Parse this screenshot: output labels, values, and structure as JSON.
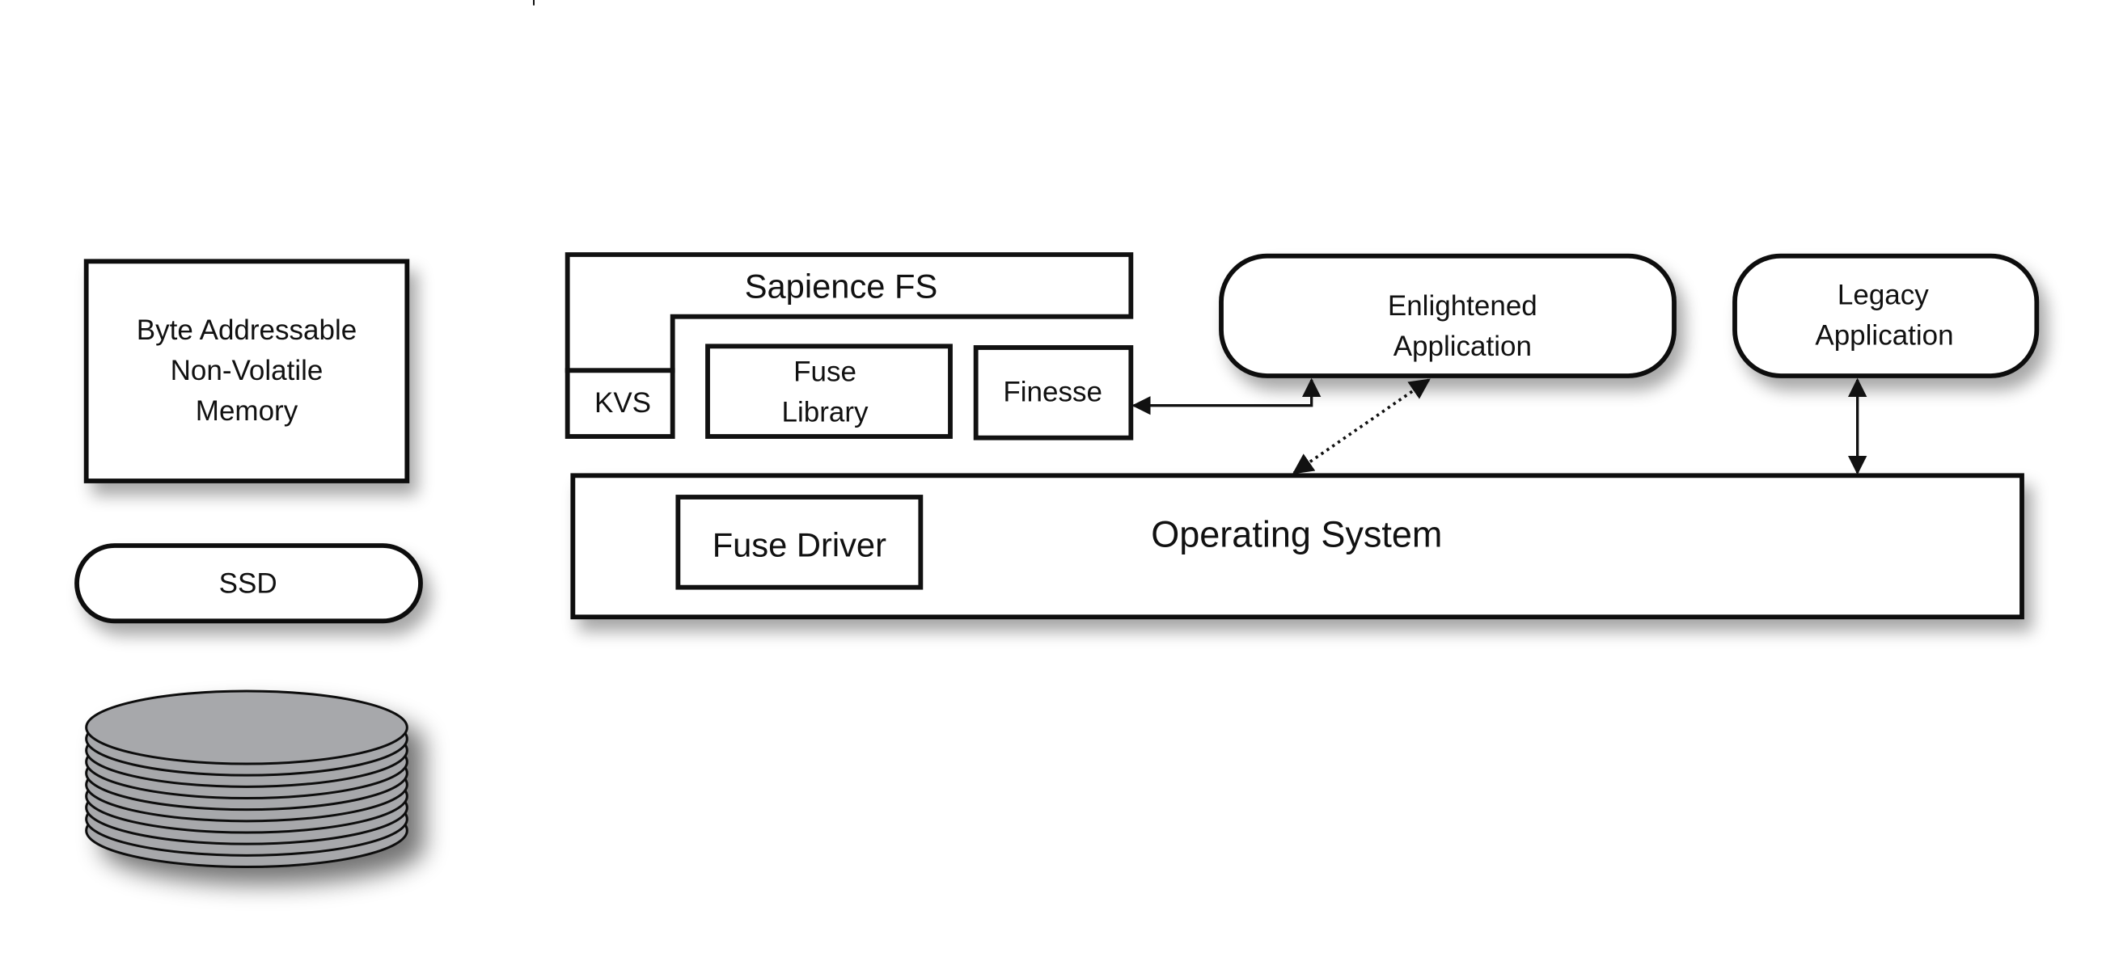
{
  "diagram": {
    "memory_box": {
      "lines": [
        "Byte Addressable",
        "Non-Volatile",
        "Memory"
      ]
    },
    "ssd": {
      "label": "SSD"
    },
    "disk_stack": {
      "platter_count": 10,
      "fill_color": "#a7a8ab"
    },
    "sapience_fs": {
      "title": "Sapience FS",
      "kvs_label": "KVS",
      "fuse_library_lines": [
        "Fuse",
        "Library"
      ],
      "finesse_label": "Finesse"
    },
    "enlightened_app": {
      "lines": [
        "Enlightened",
        "Application"
      ]
    },
    "legacy_app": {
      "lines": [
        "Legacy",
        "Application"
      ]
    },
    "operating_system": {
      "label": "Operating System",
      "fuse_driver_label": "Fuse Driver"
    },
    "connections": [
      {
        "id": "finesse-to-enlightened",
        "style": "solid",
        "arrows": "both"
      },
      {
        "id": "enlightened-to-os",
        "style": "dotted",
        "arrows": "both"
      },
      {
        "id": "legacy-to-os",
        "style": "solid",
        "arrows": "both"
      }
    ],
    "colors": {
      "stroke": "#111111",
      "shadow": "#9a9a9a",
      "platter": "#a7a8ab"
    }
  }
}
